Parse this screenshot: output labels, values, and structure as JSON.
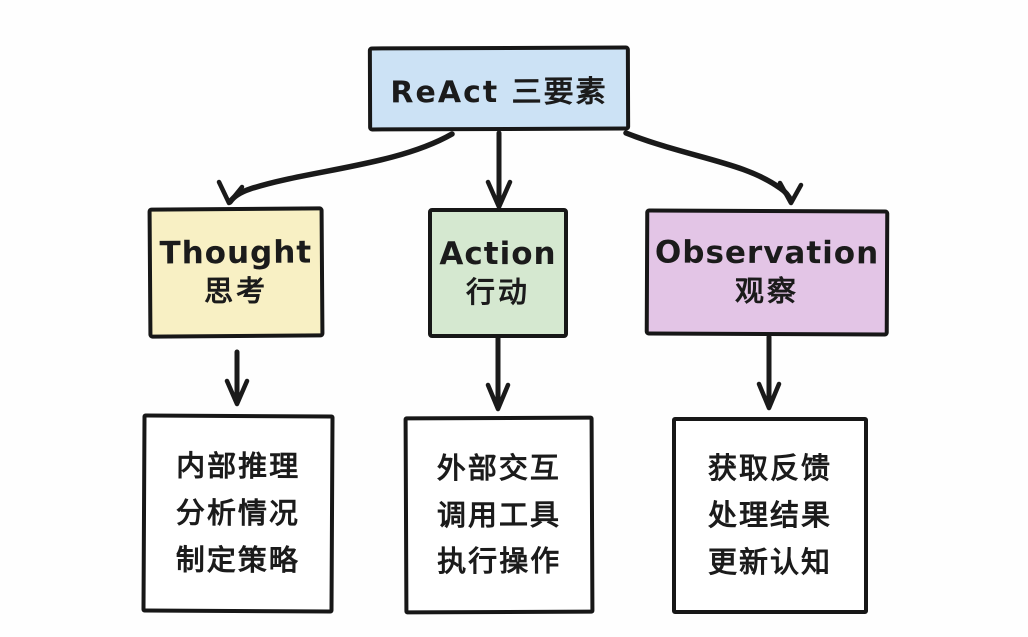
{
  "diagram": {
    "title_note": "ReAct framework three-elements flowchart, hand-drawn style",
    "background_color": "#fefefe",
    "stroke_color": "#1a1a1a",
    "root": {
      "label": "ReAct 三要素",
      "fill_color": "#cce2f5"
    },
    "branches": [
      {
        "id": "thought",
        "title": "Thought",
        "subtitle": "思考",
        "fill_color": "#f8f0c4",
        "details": [
          "内部推理",
          "分析情况",
          "制定策略"
        ]
      },
      {
        "id": "action",
        "title": "Action",
        "subtitle": "行动",
        "fill_color": "#d5e8d0",
        "details": [
          "外部交互",
          "调用工具",
          "执行操作"
        ]
      },
      {
        "id": "observation",
        "title": "Observation",
        "subtitle": "观察",
        "fill_color": "#e3c5e6",
        "details": [
          "获取反馈",
          "处理结果",
          "更新认知"
        ]
      }
    ]
  }
}
